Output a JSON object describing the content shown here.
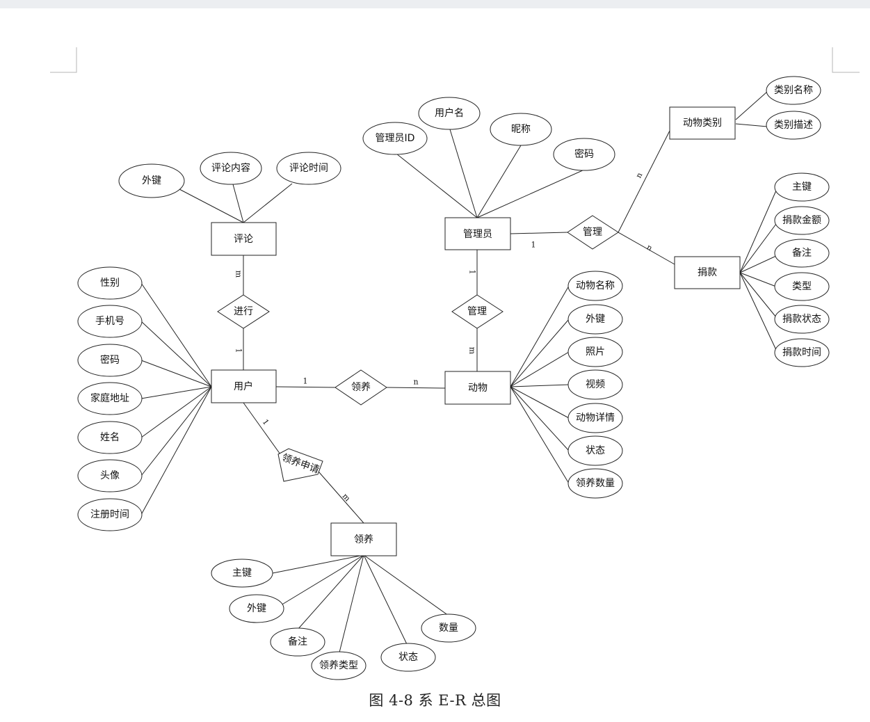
{
  "caption": "图 4-8 系 E-R 总图",
  "entities": {
    "comment": "评论",
    "admin": "管理员",
    "animal_category": "动物类别",
    "donation": "捐款",
    "user": "用户",
    "animal": "动物",
    "adoption": "领养"
  },
  "relationships": {
    "make": "进行",
    "admin_manage_animal": "管理",
    "admin_manage_other": "管理",
    "adopt": "领养",
    "adoption_apply": "领养申请"
  },
  "attributes": {
    "comment": [
      "外键",
      "评论内容",
      "评论时间"
    ],
    "admin": [
      "管理员ID",
      "用户名",
      "昵称",
      "密码"
    ],
    "animal_category": [
      "类别名称",
      "类别描述"
    ],
    "donation": [
      "主键",
      "捐款金额",
      "备注",
      "类型",
      "捐款状态",
      "捐款时间"
    ],
    "user": [
      "性别",
      "手机号",
      "密码",
      "家庭地址",
      "姓名",
      "头像",
      "注册时间"
    ],
    "animal": [
      "动物名称",
      "外键",
      "照片",
      "视频",
      "动物详情",
      "状态",
      "领养数量"
    ],
    "adoption": [
      "主键",
      "外键",
      "备注",
      "领养类型",
      "状态",
      "数量"
    ]
  },
  "cardinalities": {
    "comment_make": "m",
    "user_make": "1",
    "admin_manage": "1",
    "animal_manage": "m",
    "user_adopt": "1",
    "animal_adopt": "n",
    "admin_manage_other": "1",
    "category_manage": "n",
    "donation_manage": "n",
    "user_apply": "1",
    "adoption_apply": "m"
  }
}
